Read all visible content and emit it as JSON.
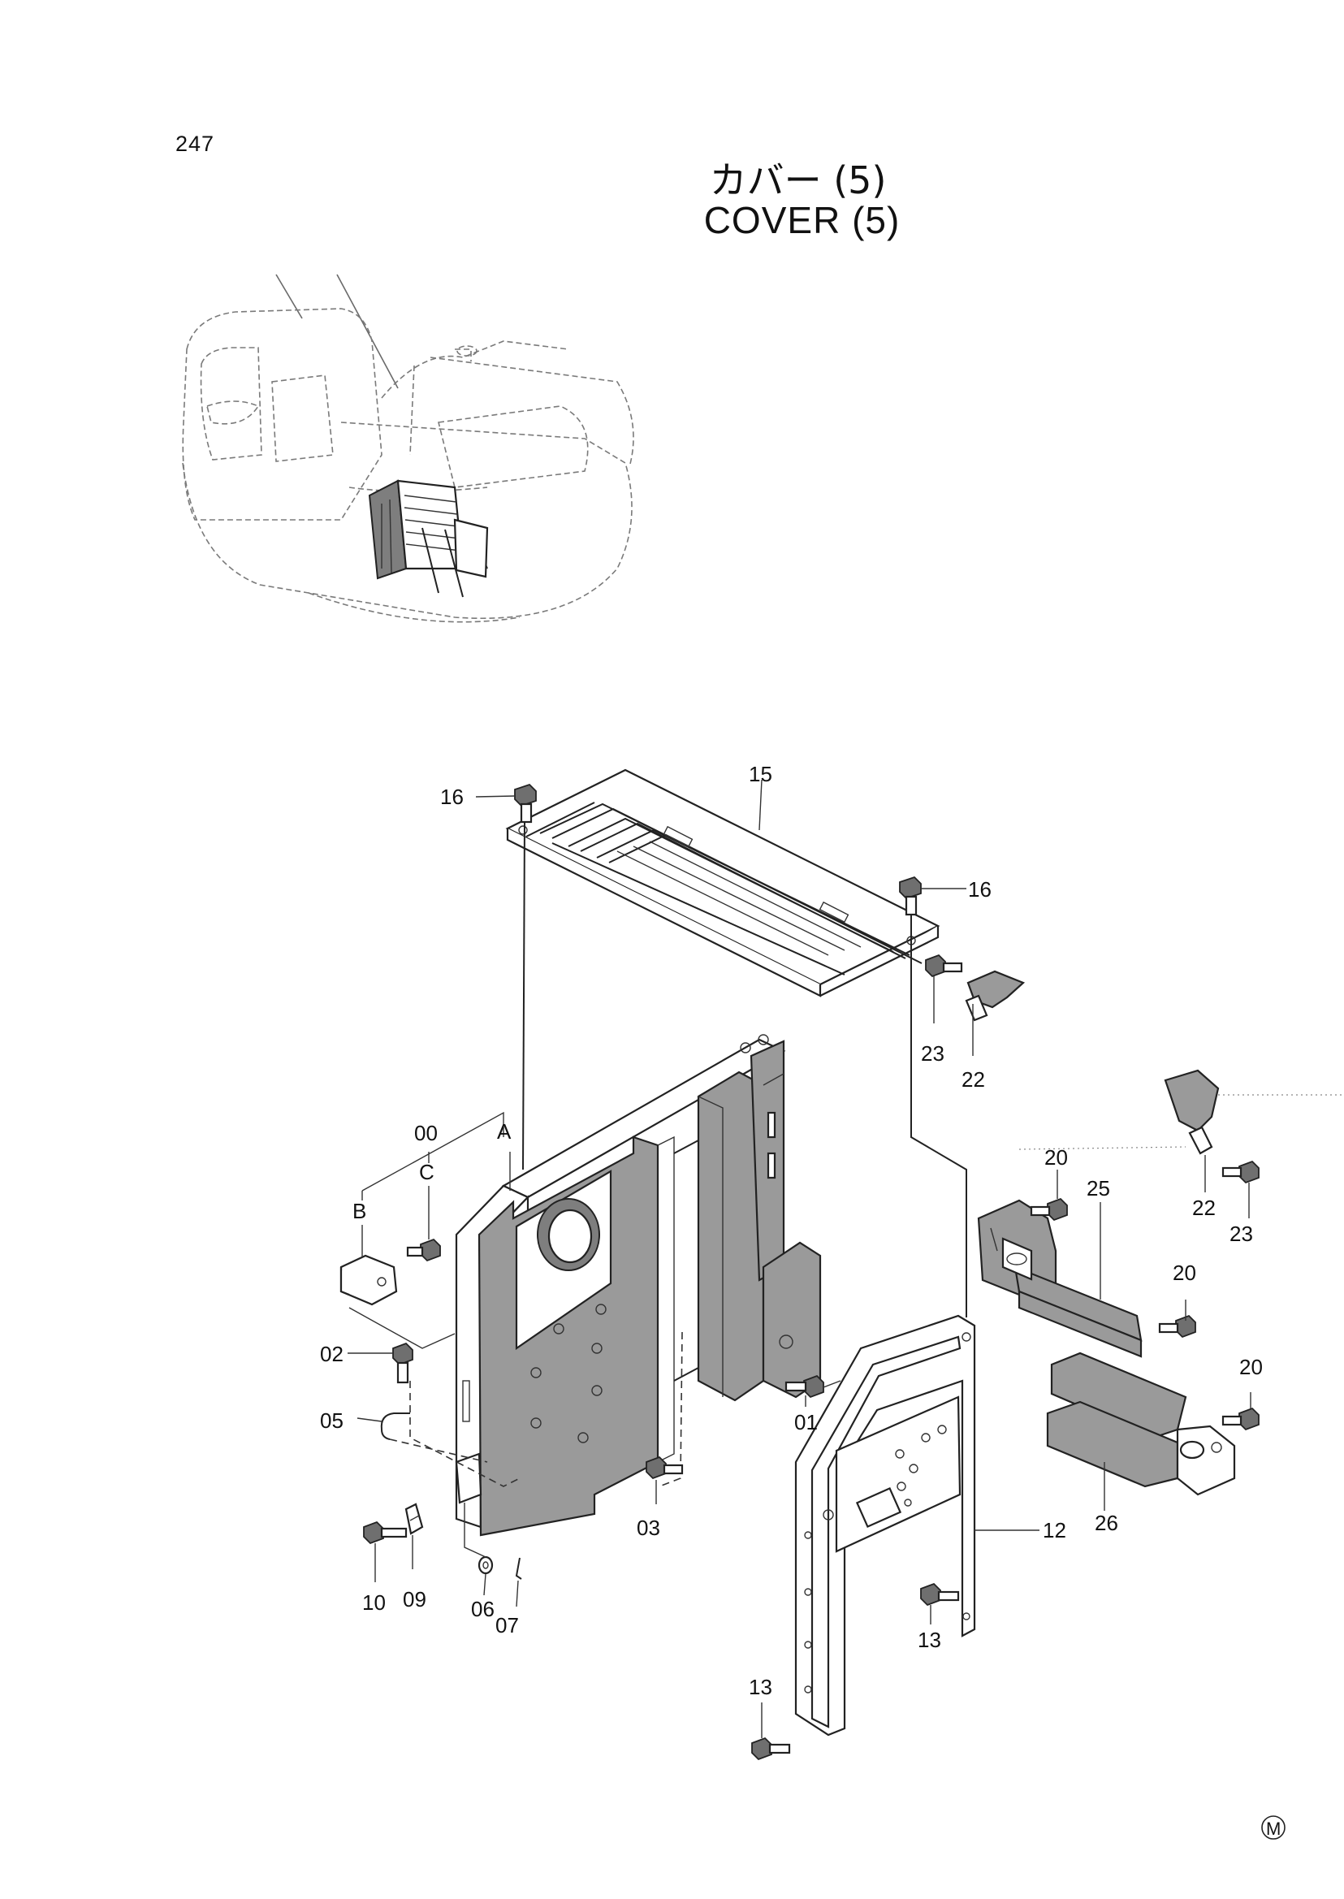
{
  "header": {
    "page_number": "247",
    "title_jp": "カバー (5)",
    "title_en": "COVER (5)"
  },
  "callouts": {
    "c00": "00",
    "c01": "01",
    "c02": "02",
    "c03": "03",
    "c05": "05",
    "c06": "06",
    "c07": "07",
    "c09": "09",
    "c10": "10",
    "c12": "12",
    "c13a": "13",
    "c13b": "13",
    "c15": "15",
    "c16a": "16",
    "c16b": "16",
    "c20a": "20",
    "c20b": "20",
    "c20c": "20",
    "c22a": "22",
    "c22b": "22",
    "c23a": "23",
    "c23b": "23",
    "c25": "25",
    "c26": "26",
    "refA": "A",
    "refB": "B",
    "refC": "C"
  },
  "footer": {
    "mark": "M"
  }
}
